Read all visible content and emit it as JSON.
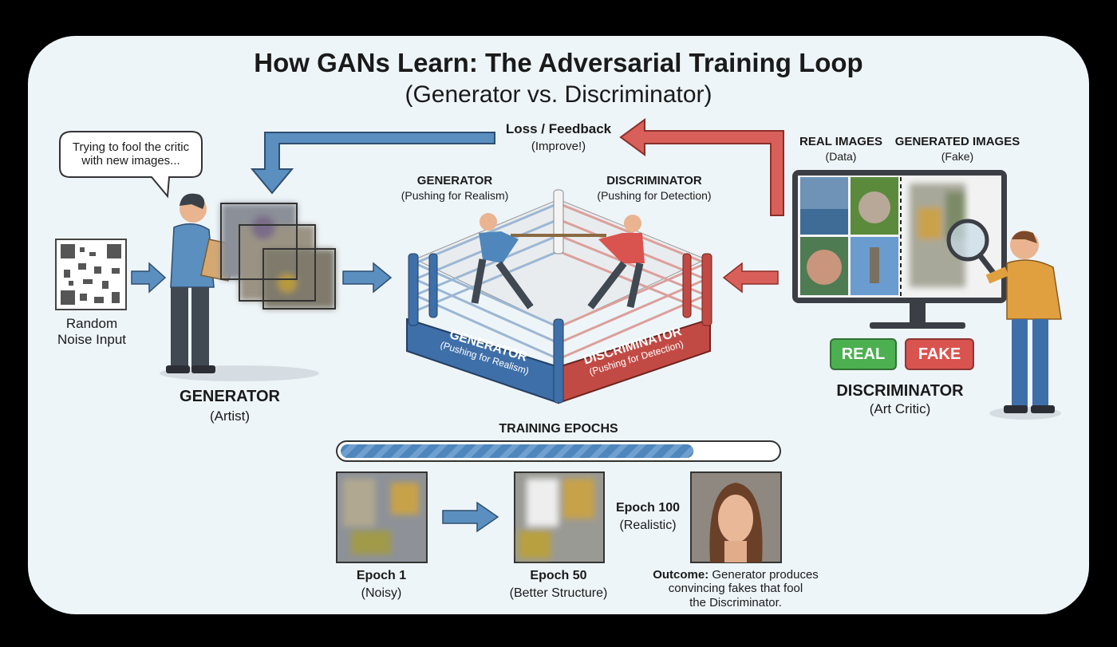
{
  "header": {
    "title": "How GANs Learn: The Adversarial Training Loop",
    "subtitle": "(Generator vs. Discriminator)"
  },
  "feedback": {
    "label": "Loss / Feedback",
    "sub": "(Improve!)"
  },
  "speech_bubble": "Trying to fool the critic with new images...",
  "noise": {
    "line1": "Random",
    "line2": "Noise Input"
  },
  "generator": {
    "title": "GENERATOR",
    "role": "(Artist)",
    "ring_label": "GENERATOR",
    "ring_sub": "(Pushing for Realism)"
  },
  "discriminator": {
    "title": "DISCRIMINATOR",
    "role": "(Art Critic)",
    "ring_label": "DISCRIMINATOR",
    "ring_sub": "(Pushing for Detection)"
  },
  "ring_side": {
    "left_title": "GENERATOR",
    "left_sub": "(Pushing for Realism)",
    "right_title": "DISCRIMINATOR",
    "right_sub": "(Pushing for Detection)"
  },
  "monitor": {
    "real_title": "REAL IMAGES",
    "real_sub": "(Data)",
    "fake_title": "GENERATED IMAGES",
    "fake_sub": "(Fake)"
  },
  "buttons": {
    "real": "REAL",
    "fake": "FAKE"
  },
  "training": {
    "title": "TRAINING EPOCHS",
    "progress": 0.81
  },
  "epochs": [
    {
      "title": "Epoch 1",
      "sub": "(Noisy)"
    },
    {
      "title": "Epoch 50",
      "sub": "(Better Structure)"
    },
    {
      "title": "Epoch 100",
      "sub": "(Realistic)"
    }
  ],
  "outcome": {
    "label": "Outcome:",
    "text1": " Generator produces",
    "text2": "convincing fakes that fool",
    "text3": "the Discriminator."
  },
  "colors": {
    "blue": "#5b8fc0",
    "red": "#d9605a",
    "green": "#4caf50",
    "fake_red": "#d9534f",
    "bg": "#eef5f9"
  }
}
